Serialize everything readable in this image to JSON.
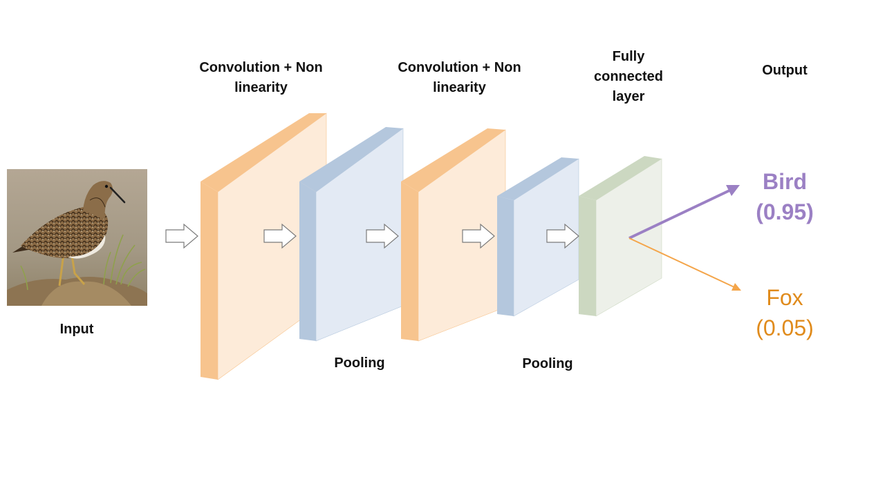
{
  "labels": {
    "conv1": "Convolution + Non\nlinearity",
    "conv2": "Convolution + Non\nlinearity",
    "fc": "Fully\nconnected\nlayer",
    "output": "Output",
    "input": "Input",
    "pool1": "Pooling",
    "pool2": "Pooling"
  },
  "outputs": {
    "bird": "Bird\n(0.95)",
    "fox": "Fox\n(0.05)"
  },
  "colors": {
    "conv_face": "#fdebd9",
    "conv_edge": "#f7c48e",
    "pool_face": "#e3eaf4",
    "pool_edge": "#b4c7dd",
    "fc_face": "#edf0e9",
    "fc_edge": "#ccd8c1",
    "bird": "#9b80c4",
    "fox": "#e08b1c",
    "fox_arrow": "#f4a54a"
  },
  "input_image": "photo of a sandpiper bird standing on a grassy mound"
}
